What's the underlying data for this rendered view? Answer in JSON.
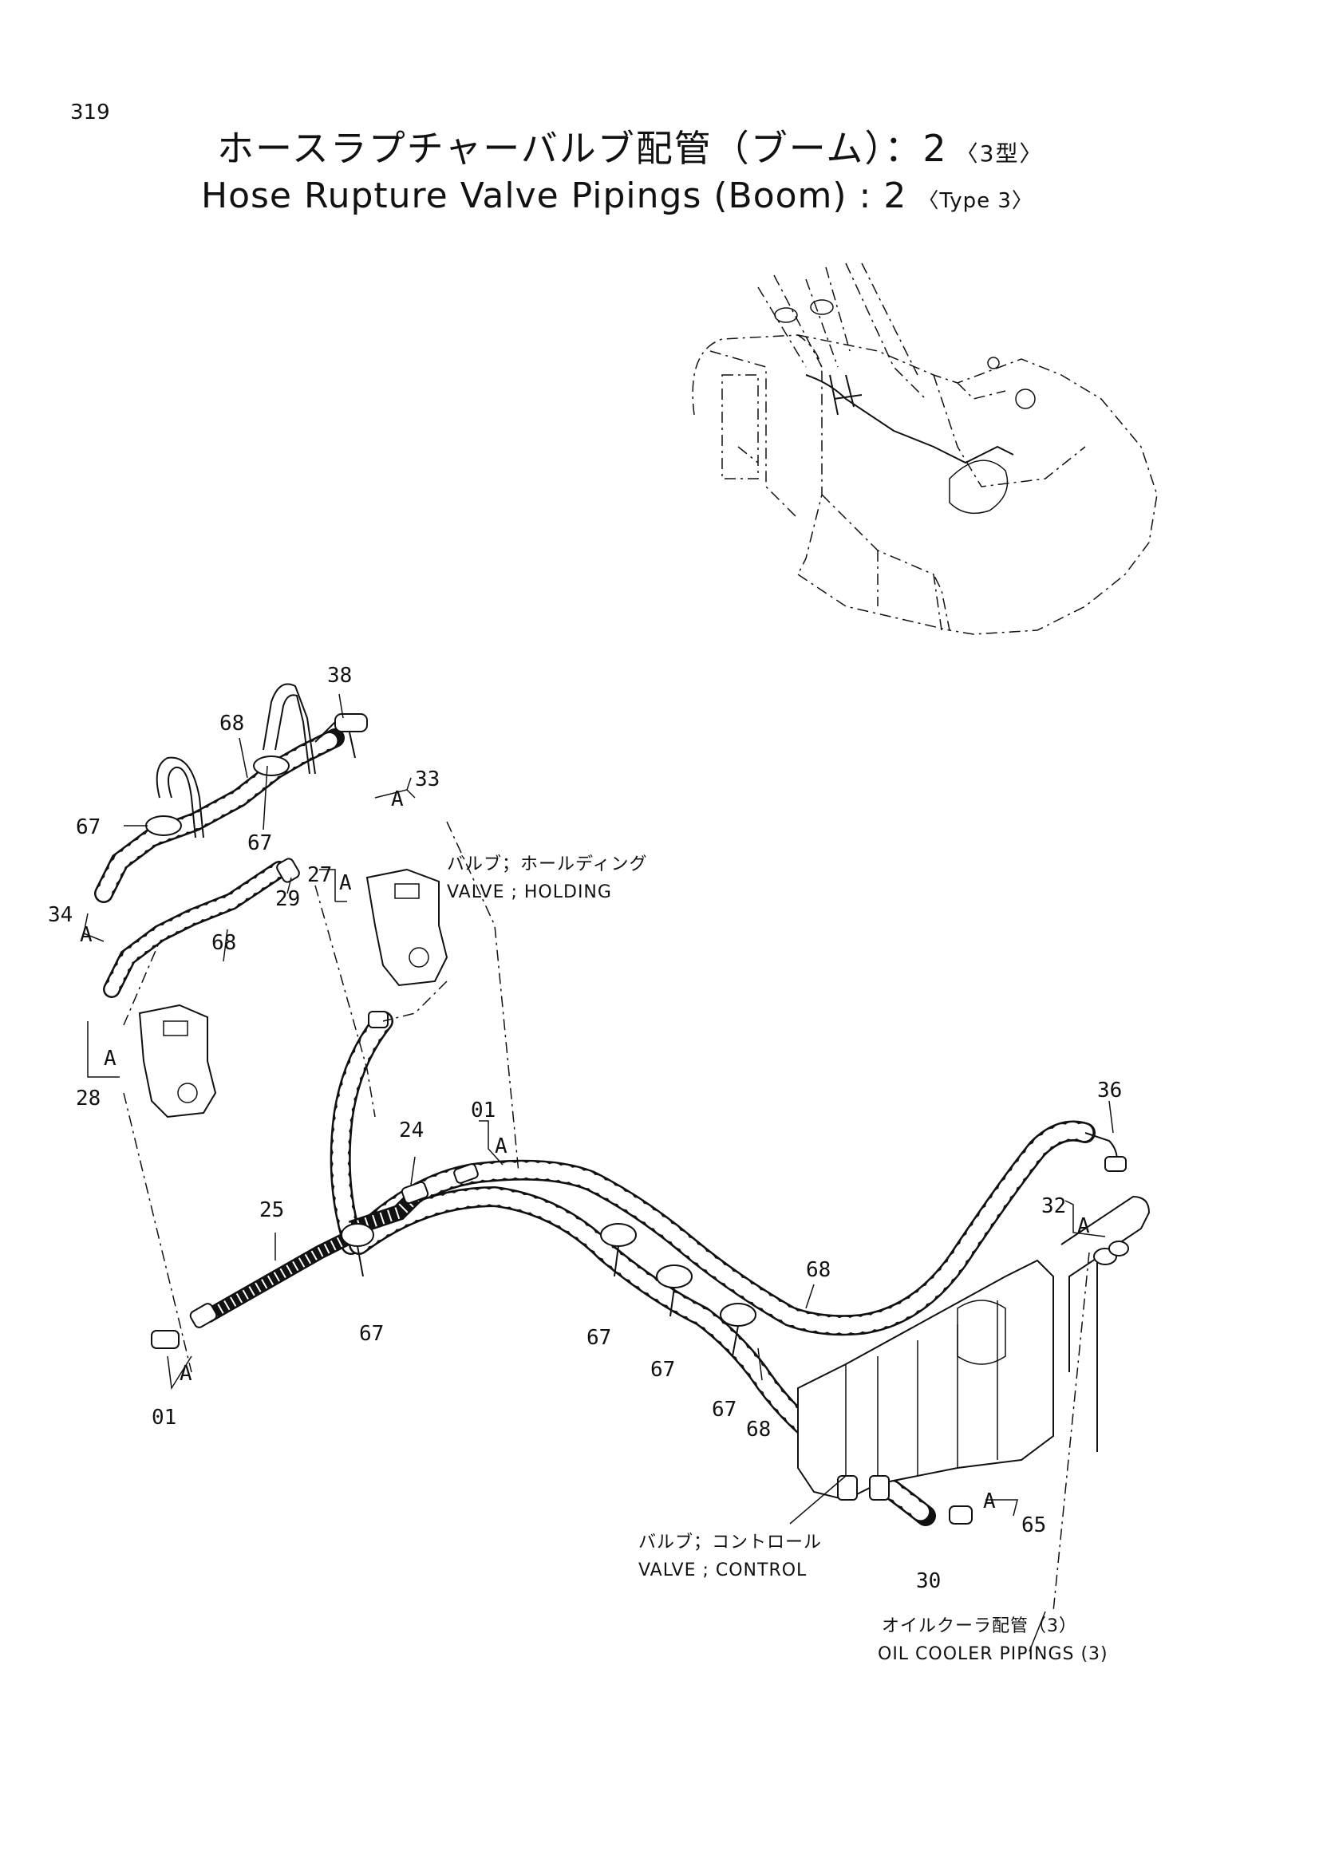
{
  "page_number": "319",
  "title_jp": "ホースラプチャーバルブ配管（ブーム）：2",
  "title_jp_suffix": "〈3型〉",
  "title_en": "Hose Rupture Valve Pipings (Boom) : 2",
  "title_en_suffix": "〈Type 3〉",
  "callouts": {
    "c38": "38",
    "c68a": "68",
    "c33": "33",
    "cA33": "A",
    "c67a": "67",
    "c67b": "67",
    "c27": "27",
    "cA27": "A",
    "c34": "34",
    "cA34": "A",
    "c29": "29",
    "c68b": "68",
    "c28": "28",
    "cA28": "A",
    "c01a": "01",
    "cA01a": "A",
    "c24": "24",
    "c25": "25",
    "c01b": "01",
    "cA01b": "A",
    "c67c": "67",
    "c67d": "67",
    "c67e": "67",
    "c67f": "67",
    "c68c": "68",
    "c68d": "68",
    "c36": "36",
    "c32": "32",
    "cA32": "A",
    "c65": "65",
    "cA65": "A",
    "c30": "30"
  },
  "labels": {
    "holding_jp": "バルブ；ホールディング",
    "holding_en": "VALVE ; HOLDING",
    "control_jp": "バルブ；コントロール",
    "control_en": "VALVE ; CONTROL",
    "oilcooler_jp": "オイルクーラ配管（3）",
    "oilcooler_en": "OIL COOLER PIPINGS (3)"
  }
}
